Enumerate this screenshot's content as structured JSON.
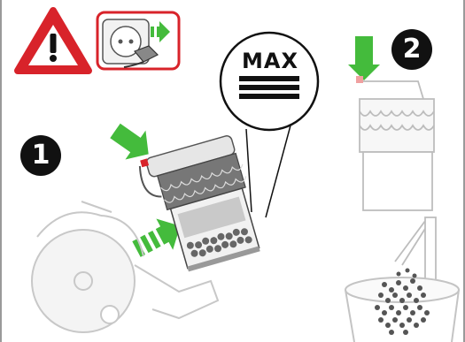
{
  "callout": {
    "max_label": "MAX"
  },
  "steps": {
    "step1_number": "1",
    "step2_number": "2"
  },
  "icons": {
    "warning": "warning-triangle-icon",
    "unplug": "unplug-power-icon",
    "arrows": "green-direction-arrow-icon"
  },
  "colors": {
    "warning_red": "#d8232a",
    "arrow_green": "#44bb3c",
    "line_grey": "#8a8a8a",
    "light_grey": "#d6d6d6",
    "dark": "#111111"
  }
}
